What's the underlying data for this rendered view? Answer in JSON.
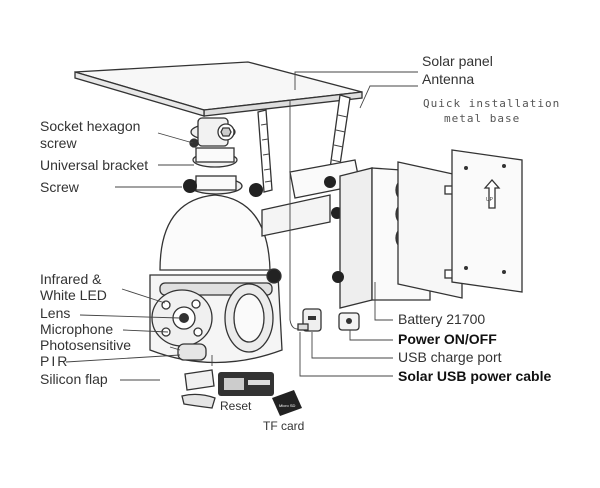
{
  "labels": {
    "solar_panel": "Solar panel",
    "antenna": "Antenna",
    "quick_base_line1": "Quick installation",
    "quick_base_line2": "metal base",
    "socket_line1": "Socket hexagon",
    "socket_line2": "screw",
    "universal_bracket": "Universal bracket",
    "screw": "Screw",
    "infrared_line1": "Infrared &",
    "infrared_line2": "White LED",
    "lens": "Lens",
    "microphone": "Microphone",
    "photosensitive": "Photosensitive",
    "pir": "PIR",
    "silicon_flap": "Silicon flap",
    "reset": "Reset",
    "tf_card": "TF card",
    "battery": "Battery 21700",
    "power": "Power ON/OFF",
    "usb_charge": "USB charge port",
    "solar_usb": "Solar USB power cable",
    "tf_card_text": "Micro SD",
    "up_arrow_text": "UP"
  }
}
